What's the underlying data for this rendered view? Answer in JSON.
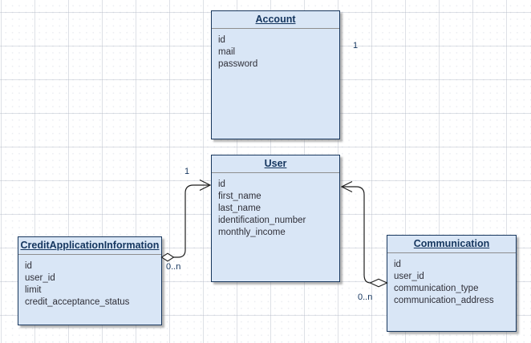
{
  "diagram": {
    "kind": "uml-class-diagram",
    "colors": {
      "box_fill": "#d9e6f6",
      "box_border": "#17365d",
      "title_text": "#14355e",
      "attribute_text": "#2f2f38",
      "connector_line": "#1f1f1f",
      "grid_line": "#aab2c0"
    }
  },
  "classes": [
    {
      "name": "Account",
      "attributes": [
        "id",
        "mail",
        "password"
      ]
    },
    {
      "name": "User",
      "attributes": [
        "id",
        "first_name",
        "last_name",
        "identification_number",
        "monthly_income"
      ]
    },
    {
      "name": "CreditApplicationInformation",
      "attributes": [
        "id",
        "user_id",
        "limit",
        "credit_acceptance_status"
      ]
    },
    {
      "name": "Communication",
      "attributes": [
        "id",
        "user_id",
        "communication_type",
        "communication_address"
      ]
    }
  ],
  "connectors": [
    {
      "from": "CreditApplicationInformation",
      "to": "User",
      "style": "aggregation",
      "from_marker": "hollow-diamond",
      "to_marker": "open-arrow",
      "from_label": "0..n",
      "to_label": "1"
    },
    {
      "from": "Communication",
      "to": "User",
      "style": "aggregation",
      "from_marker": "hollow-diamond",
      "to_marker": "open-arrow",
      "from_label": "0..n",
      "to_label": ""
    }
  ],
  "multiplicities": {
    "account": "1",
    "user_credit": "1",
    "credit": "0..n",
    "communication": "0..n"
  }
}
